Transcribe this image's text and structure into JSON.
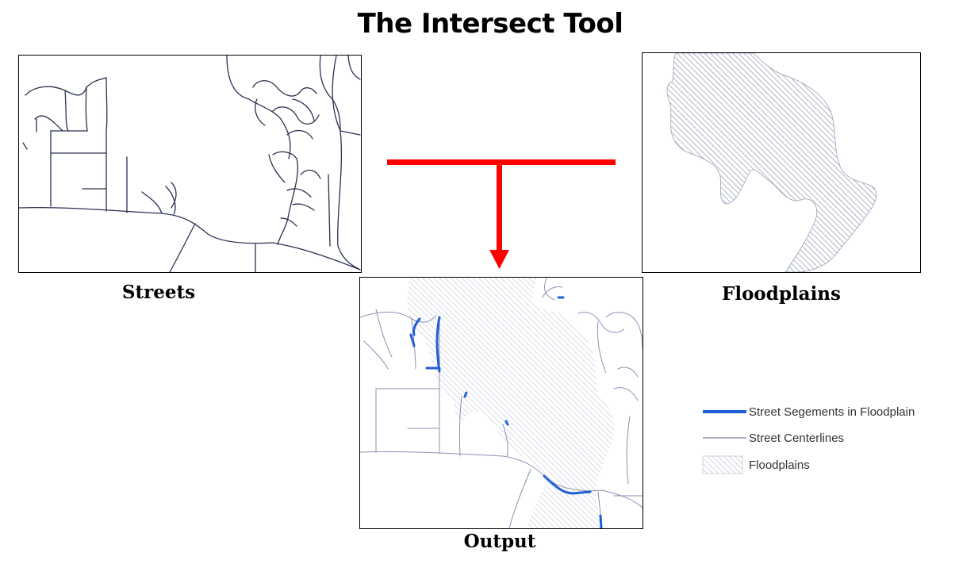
{
  "title": "The Intersect Tool",
  "panels": {
    "streets": {
      "caption": "Streets"
    },
    "floodplains": {
      "caption": "Floodplains"
    },
    "output": {
      "caption": "Output"
    }
  },
  "legend": {
    "items": [
      {
        "label": "Street Segements in Floodplain",
        "color": "#1f5fd6"
      },
      {
        "label": "Street Centerlines",
        "color": "#7a84a8"
      },
      {
        "label": "Floodplains",
        "color": "#b6bdd0"
      }
    ]
  },
  "colors": {
    "arrow": "#ff0000",
    "street_dark": "#2a3150",
    "street_light": "#8a92b4",
    "hatch": "#8c94ad",
    "hatch_light": "#c3c8d6",
    "highlight": "#1f5fd6"
  }
}
